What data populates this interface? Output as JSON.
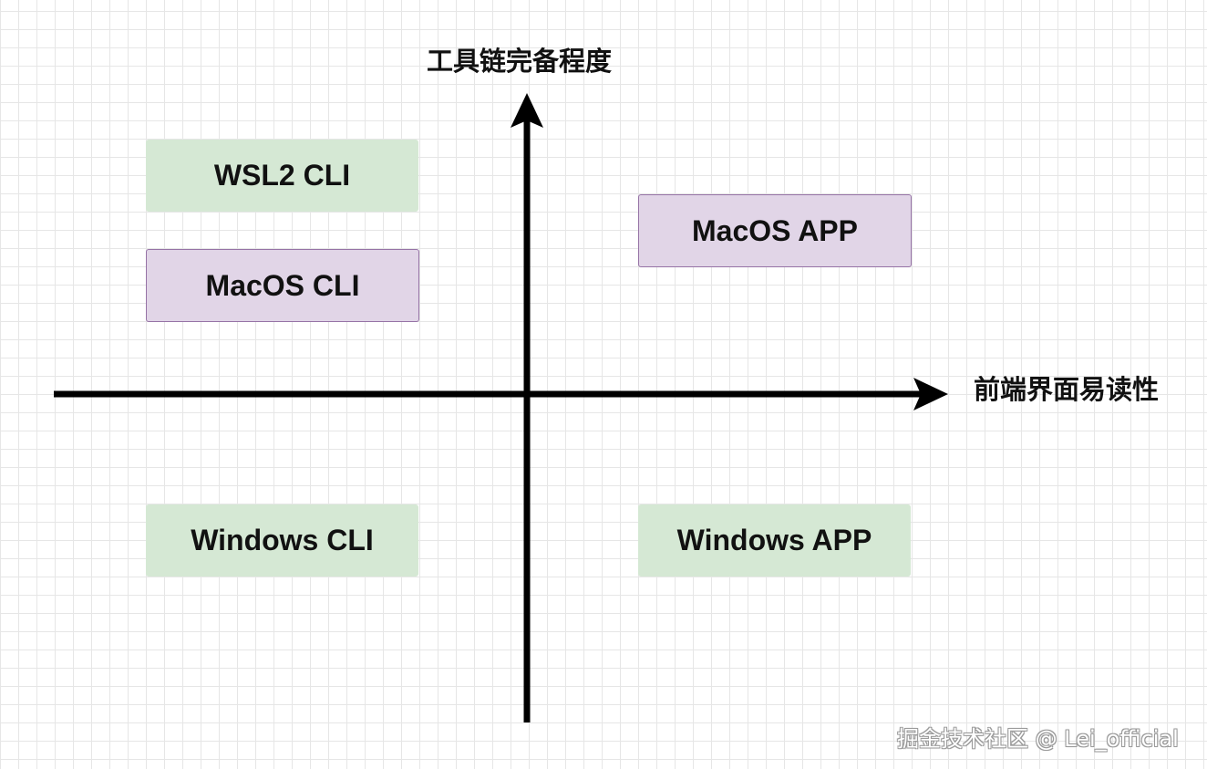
{
  "y_axis": {
    "label": "工具链完备程度"
  },
  "x_axis": {
    "label": "前端界面易读性"
  },
  "nodes": {
    "wsl2_cli": {
      "label": "WSL2 CLI",
      "fill": "#d5e8d4"
    },
    "macos_cli": {
      "label": "MacOS CLI",
      "fill": "#e1d5e7",
      "stroke": "#9673a6"
    },
    "macos_app": {
      "label": "MacOS APP",
      "fill": "#e1d5e7",
      "stroke": "#9673a6"
    },
    "windows_cli": {
      "label": "Windows CLI",
      "fill": "#d5e8d4"
    },
    "windows_app": {
      "label": "Windows APP",
      "fill": "#d5e8d4"
    }
  },
  "watermark": {
    "text": "掘金技术社区 @ Lei_official"
  },
  "colors": {
    "axis": "#000000",
    "grid": "#e6e6e6",
    "green_box": "#d5e8d4",
    "purple_box": "#e1d5e7",
    "purple_border": "#9673a6"
  }
}
